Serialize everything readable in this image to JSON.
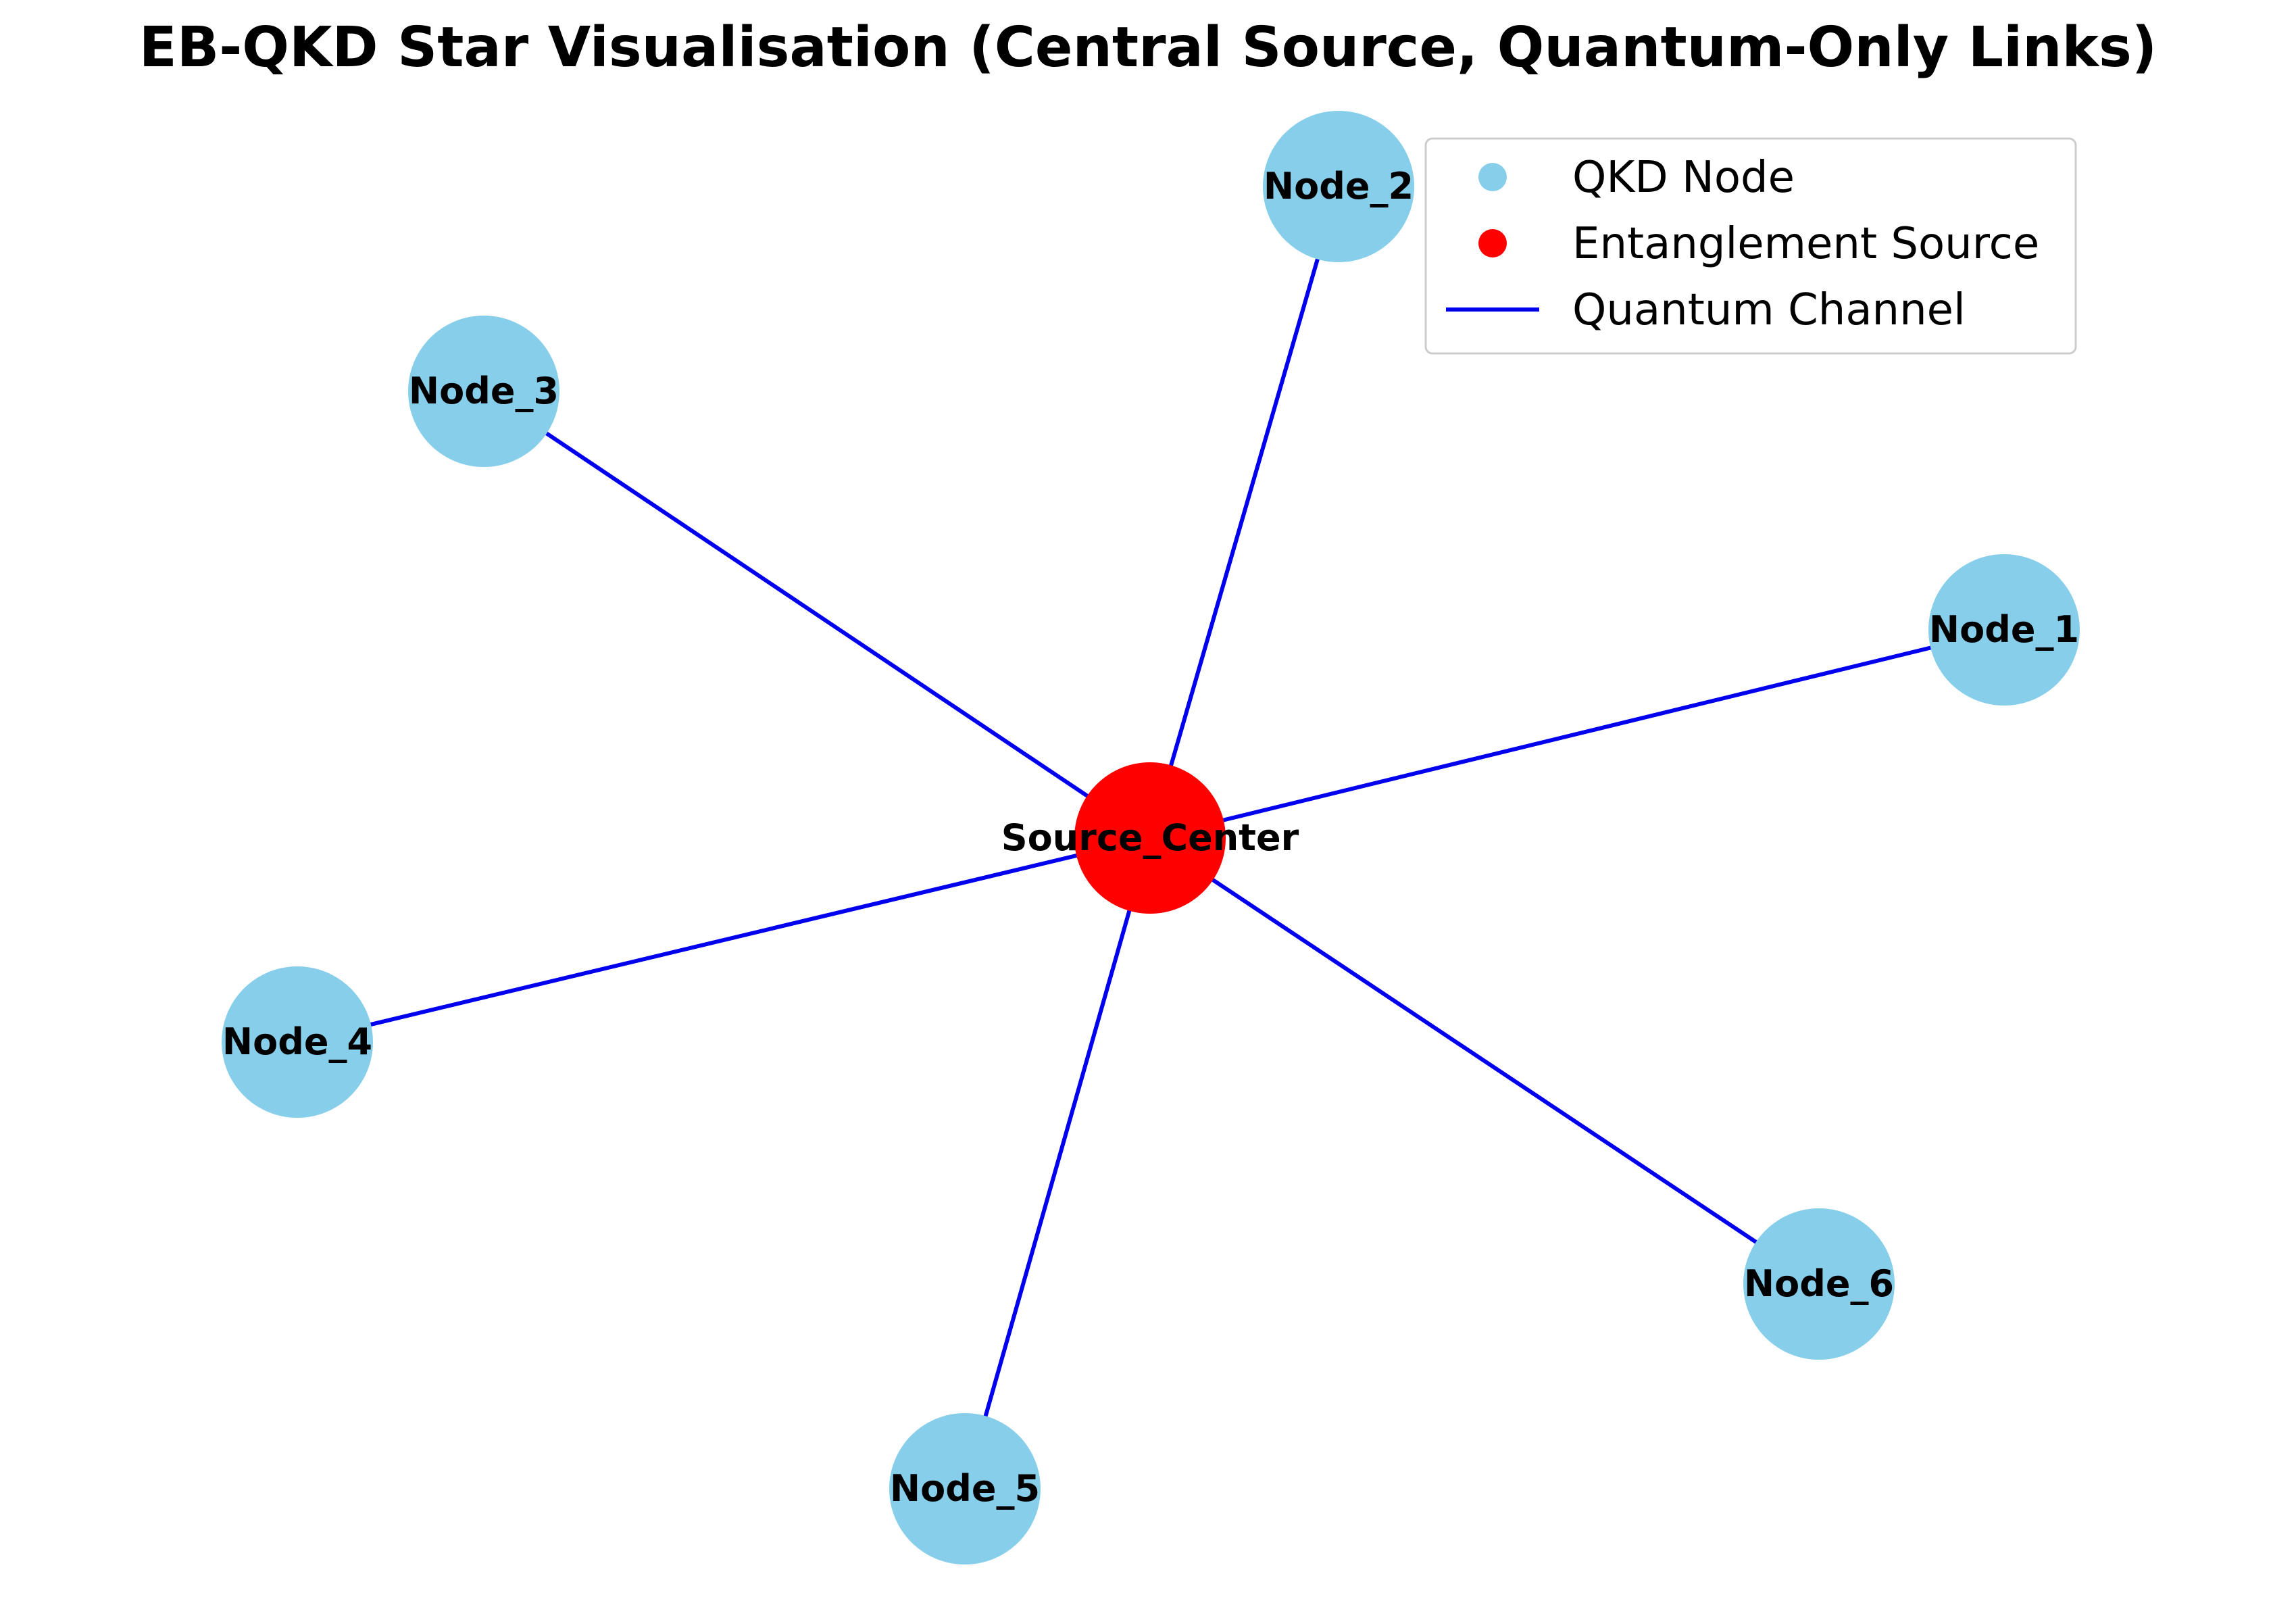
{
  "title": "EB-QKD Star Visualisation (Central Source, Quantum-Only Links)",
  "colors": {
    "qkd_node": "#87CEEB",
    "source": "#FF0000",
    "channel": "#0000EE",
    "legend_border": "#CCCCCC"
  },
  "legend": {
    "items": [
      {
        "label": "QKD Node",
        "kind": "marker",
        "color": "#87CEEB"
      },
      {
        "label": "Entanglement Source",
        "kind": "marker",
        "color": "#FF0000"
      },
      {
        "label": "Quantum Channel",
        "kind": "line",
        "color": "#0000EE"
      }
    ]
  },
  "nodes": [
    {
      "id": "source",
      "label": "Source_Center",
      "type": "source"
    },
    {
      "id": "n1",
      "label": "Node_1",
      "type": "qkd"
    },
    {
      "id": "n2",
      "label": "Node_2",
      "type": "qkd"
    },
    {
      "id": "n3",
      "label": "Node_3",
      "type": "qkd"
    },
    {
      "id": "n4",
      "label": "Node_4",
      "type": "qkd"
    },
    {
      "id": "n5",
      "label": "Node_5",
      "type": "qkd"
    },
    {
      "id": "n6",
      "label": "Node_6",
      "type": "qkd"
    }
  ],
  "edges": [
    {
      "from": "source",
      "to": "n1"
    },
    {
      "from": "source",
      "to": "n2"
    },
    {
      "from": "source",
      "to": "n3"
    },
    {
      "from": "source",
      "to": "n4"
    },
    {
      "from": "source",
      "to": "n5"
    },
    {
      "from": "source",
      "to": "n6"
    }
  ]
}
